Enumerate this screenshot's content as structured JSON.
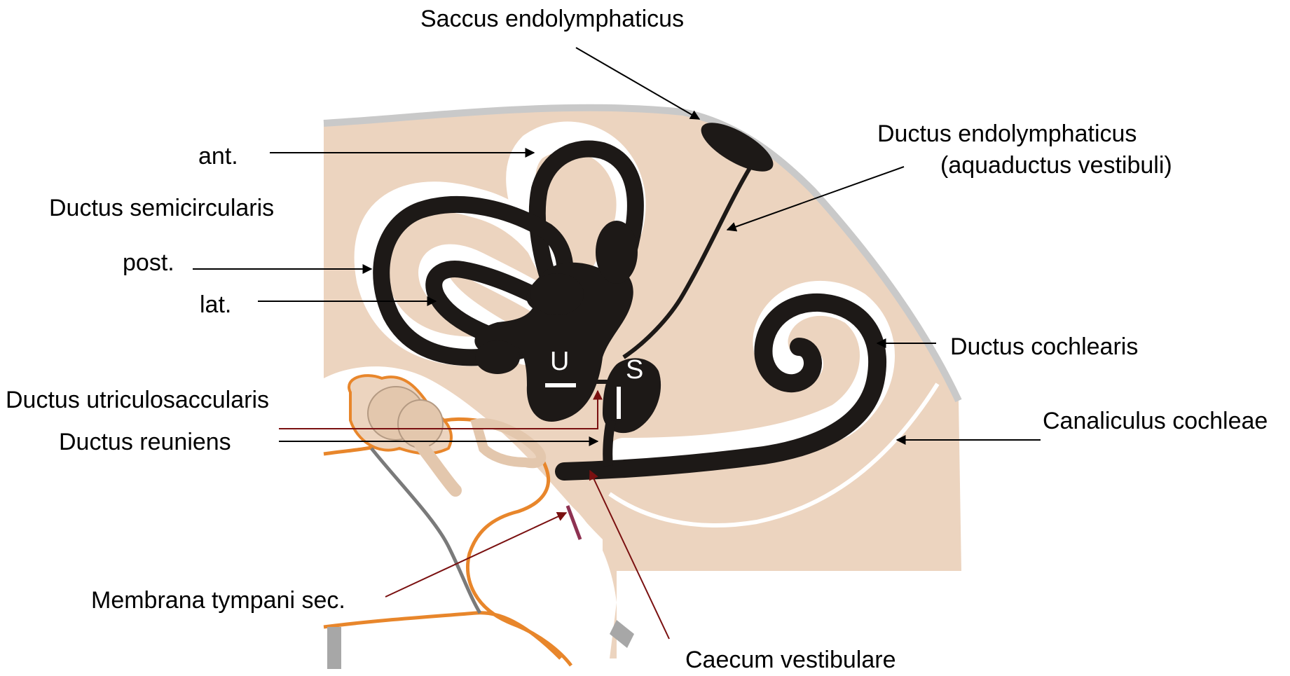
{
  "labels": {
    "saccus_endolymphaticus": "Saccus endolymphaticus",
    "ductus_endolymphaticus_1": "Ductus endolymphaticus",
    "ductus_endolymphaticus_2": "(aquaductus vestibuli)",
    "ant": "ant.",
    "ductus_semicircularis": "Ductus semicircularis",
    "post": "post.",
    "lat": "lat.",
    "ductus_cochlearis": "Ductus cochlearis",
    "ductus_utriculosaccularis": "Ductus utriculosaccularis",
    "canaliculus_cochleae": "Canaliculus cochleae",
    "ductus_reuniens": "Ductus reuniens",
    "membrana_tympani_sec": "Membrana tympani sec.",
    "caecum_vestibulare": "Caecum vestibulare",
    "utriculus_letter": "U",
    "sacculus_letter": "S"
  },
  "colors": {
    "bone": "#ecd4bf",
    "duct": "#1d1917",
    "outline": "#c9c9c9",
    "ossicle": "#e3c7ad",
    "orange": "#e8862b",
    "dark_red_arrow": "#7a1010",
    "membrane": "#8e3252"
  }
}
